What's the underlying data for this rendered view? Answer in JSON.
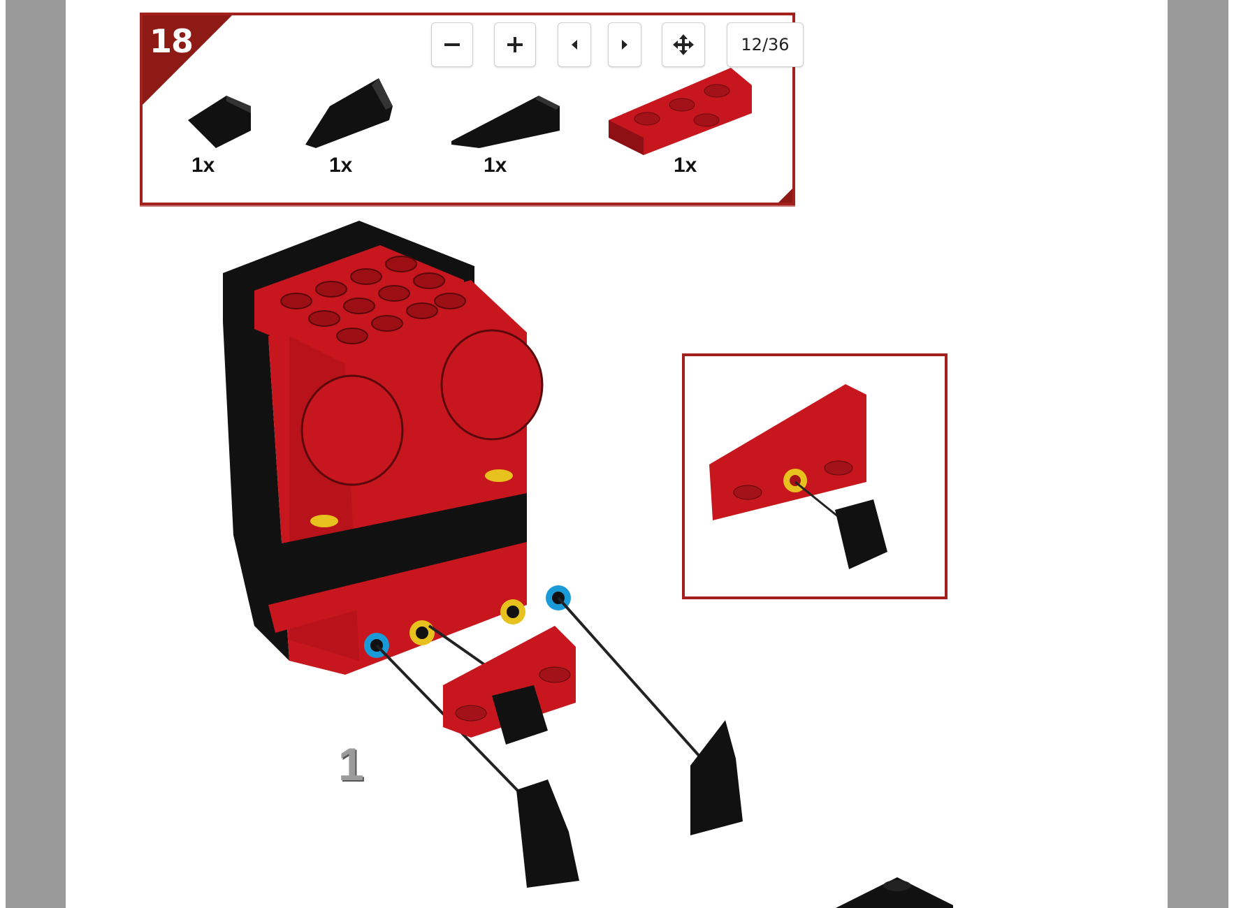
{
  "viewer": {
    "toolbar": {
      "zoom_out_label": "−",
      "zoom_in_label": "+",
      "prev_label": "◂",
      "next_label": "▸",
      "pan_label": "✥",
      "page_indicator": "12/36"
    }
  },
  "instructions": {
    "step_number": "18",
    "parts": [
      {
        "qty": "1x",
        "color": "#111111",
        "icon": "black-slope-small"
      },
      {
        "qty": "1x",
        "color": "#111111",
        "icon": "black-slope-curved"
      },
      {
        "qty": "1x",
        "color": "#111111",
        "icon": "black-wedge-long"
      },
      {
        "qty": "1x",
        "color": "#c8161e",
        "icon": "red-wedge-plate"
      }
    ],
    "callout_number": "1"
  },
  "colors": {
    "accent_red": "#a3201c",
    "brick_red": "#c8161e",
    "brick_black": "#111111",
    "gutter_gray": "#9a9a9a"
  }
}
